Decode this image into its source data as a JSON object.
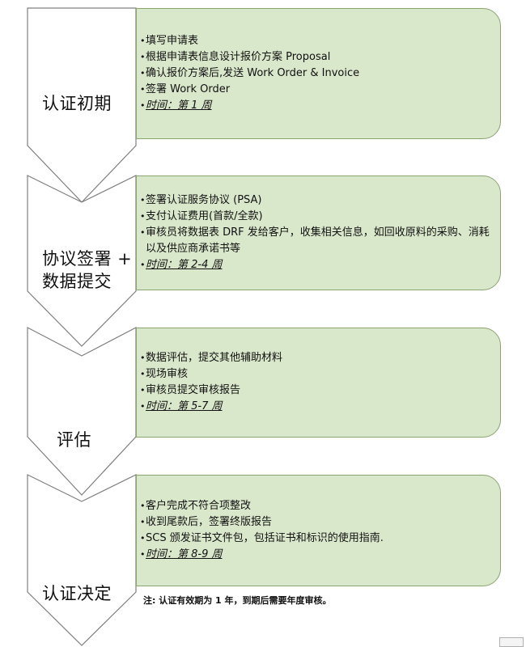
{
  "phases": [
    {
      "label": "认证初期",
      "items": [
        {
          "text": "填写申请表",
          "time": false
        },
        {
          "text": "根据申请表信息设计报价方案 Proposal",
          "time": false
        },
        {
          "text": "确认报价方案后,发送 Work Order & Invoice",
          "time": false
        },
        {
          "text": "签署 Work Order",
          "time": false
        },
        {
          "text": "时间：第 1 周",
          "time": true
        }
      ]
    },
    {
      "label": "协议签署 +\n数据提交",
      "items": [
        {
          "text": "签署认证服务协议 (PSA)",
          "time": false
        },
        {
          "text": "支付认证费用(首款/全款)",
          "time": false
        },
        {
          "text": "审核员将数据表 DRF 发给客户，收集相关信息，如回收原料的采购、消耗以及供应商承诺书等",
          "time": false
        },
        {
          "text": "时间：第 2-4 周",
          "time": true
        }
      ]
    },
    {
      "label": "评估",
      "items": [
        {
          "text": "数据评估，提交其他辅助材料",
          "time": false
        },
        {
          "text": "现场审核",
          "time": false
        },
        {
          "text": "审核员提交审核报告",
          "time": false
        },
        {
          "text": "时间：第 5-7 周",
          "time": true
        }
      ]
    },
    {
      "label": "认证决定",
      "items": [
        {
          "text": "客户完成不符合项整改",
          "time": false
        },
        {
          "text": "收到尾款后，签署终版报告",
          "time": false
        },
        {
          "text": "SCS 颁发证书文件包，包括证书和标识的使用指南.",
          "time": false
        },
        {
          "text": "时间：第 8-9 周",
          "time": true
        }
      ]
    }
  ],
  "note": "注: 认证有效期为 1 年，到期后需要年度审核。",
  "colors": {
    "box_fill": "#d9e7cb",
    "box_border": "#8aa56e",
    "arrow_fill": "#ffffff",
    "arrow_border": "#7f7f7f"
  }
}
